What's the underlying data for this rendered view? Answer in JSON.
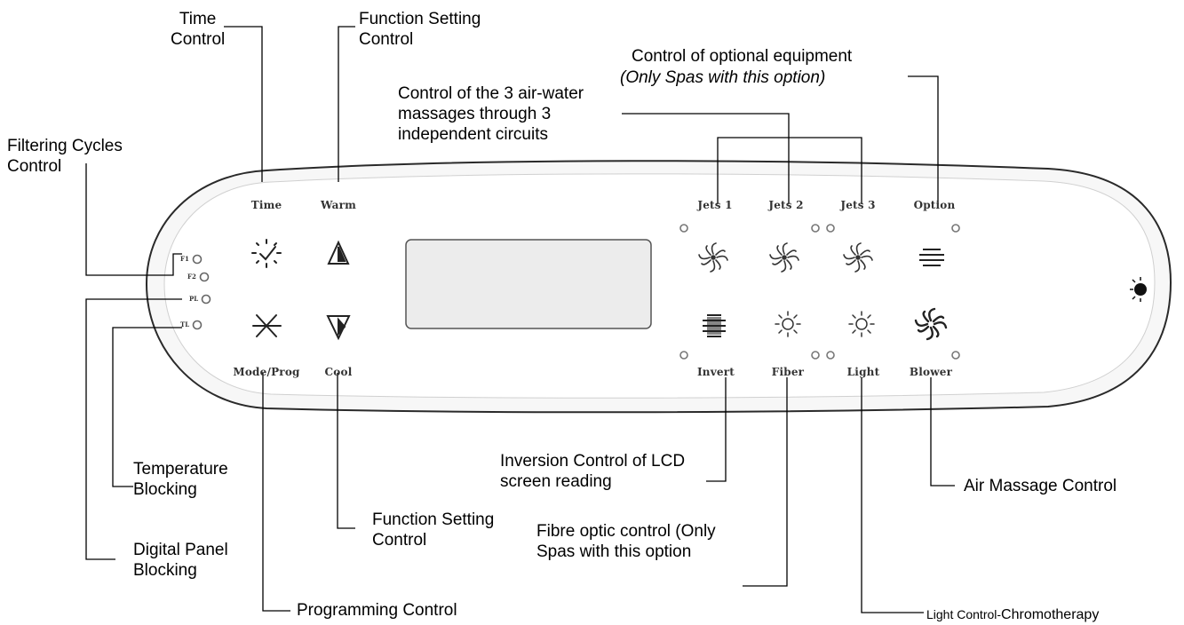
{
  "annotations": {
    "time_control": "Time\nControl",
    "function_setting_top": "Function Setting\nControl",
    "optional_equipment": "Control of optional equipment",
    "optional_equipment_note": "(Only Spas with this option)",
    "massages": "Control of the 3 air-water\nmassages through 3\nindependent circuits",
    "filtering_cycles": "Filtering Cycles\nControl",
    "temperature_blocking": "Temperature\nBlocking",
    "digital_panel_blocking": "Digital Panel\nBlocking",
    "programming_control": "Programming Control",
    "function_setting_bottom": "Function Setting\nControl",
    "inversion_control": "Inversion Control of LCD\nscreen reading",
    "fibre_optic": "Fibre optic control (Only\nSpas with this option",
    "air_massage": "Air  Massage Control",
    "light_control_small": "Light  Control-",
    "light_control_large": "Chromotherapy"
  },
  "panel": {
    "labels": {
      "time": "Time",
      "warm": "Warm",
      "jets1": "Jets 1",
      "jets2": "Jets 2",
      "jets3": "Jets 3",
      "option": "Option",
      "mode_prog": "Mode/Prog",
      "cool": "Cool",
      "invert": "Invert",
      "fiber": "Fiber",
      "light": "Light",
      "blower": "Blower"
    },
    "filter_leds": [
      "F1",
      "F2",
      "PL",
      "TL"
    ]
  },
  "icons": [
    "clock-icon",
    "warm-icon",
    "cool-icon",
    "mode-icon",
    "jets-icon",
    "option-icon",
    "invert-icon",
    "light-icon",
    "blower-icon"
  ]
}
